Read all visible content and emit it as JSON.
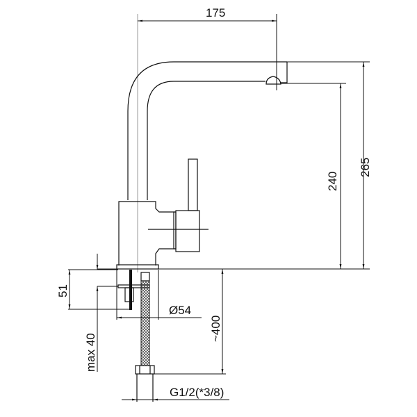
{
  "drawing": {
    "title": "Faucet dimensional drawing",
    "dimensions": {
      "spout_reach": "175",
      "total_height": "265",
      "spout_height": "240",
      "base_thickness": "51",
      "max_countertop": "max 40",
      "base_diameter": "Ø54",
      "hose_length": "~400",
      "connection": "G1/2(*3/8)"
    },
    "colors": {
      "line": "#111111",
      "centerline": "#aaaaaa",
      "background": "#ffffff"
    }
  }
}
